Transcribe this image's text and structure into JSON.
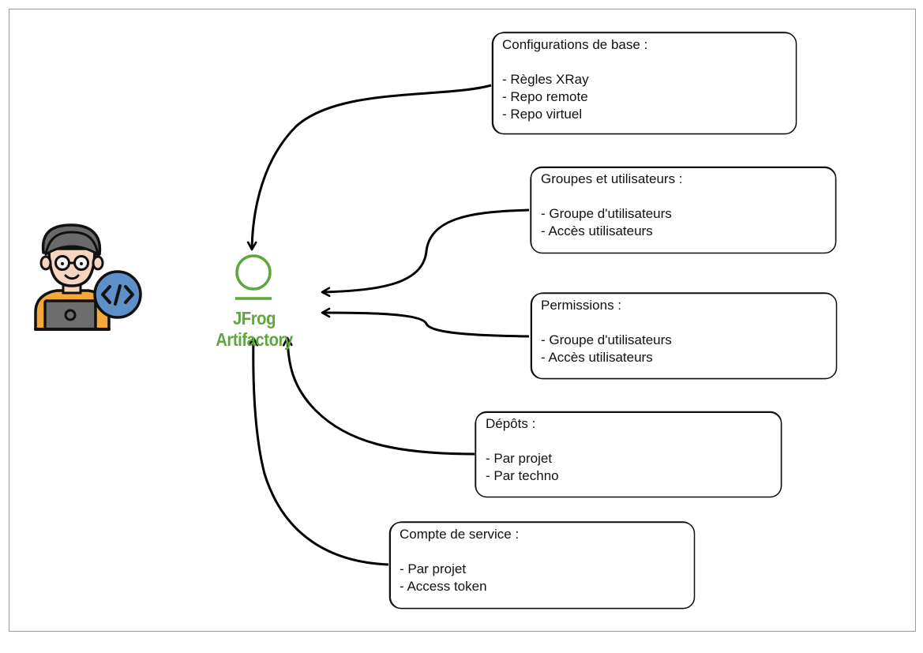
{
  "brand": {
    "label": "JFrog Artifactory",
    "color": "#5fa63d"
  },
  "icons": {
    "developer": "developer-with-laptop-icon",
    "code": "code-brackets-icon",
    "logo": "jfrog-artifactory-logo"
  },
  "boxes": [
    {
      "id": "base-config",
      "title": "Configurations de base :",
      "items": [
        "- Règles XRay",
        "- Repo remote",
        "- Repo virtuel"
      ]
    },
    {
      "id": "groups-users",
      "title": "Groupes et utilisateurs :",
      "items": [
        "- Groupe d'utilisateurs",
        "- Accès utilisateurs"
      ]
    },
    {
      "id": "permissions",
      "title": "Permissions :",
      "items": [
        "- Groupe d'utilisateurs",
        "- Accès utilisateurs"
      ]
    },
    {
      "id": "depots",
      "title": "Dépôts :",
      "items": [
        "- Par projet",
        "- Par techno"
      ]
    },
    {
      "id": "service-account",
      "title": "Compte de service :",
      "items": [
        "- Par projet",
        "- Access token"
      ]
    }
  ]
}
